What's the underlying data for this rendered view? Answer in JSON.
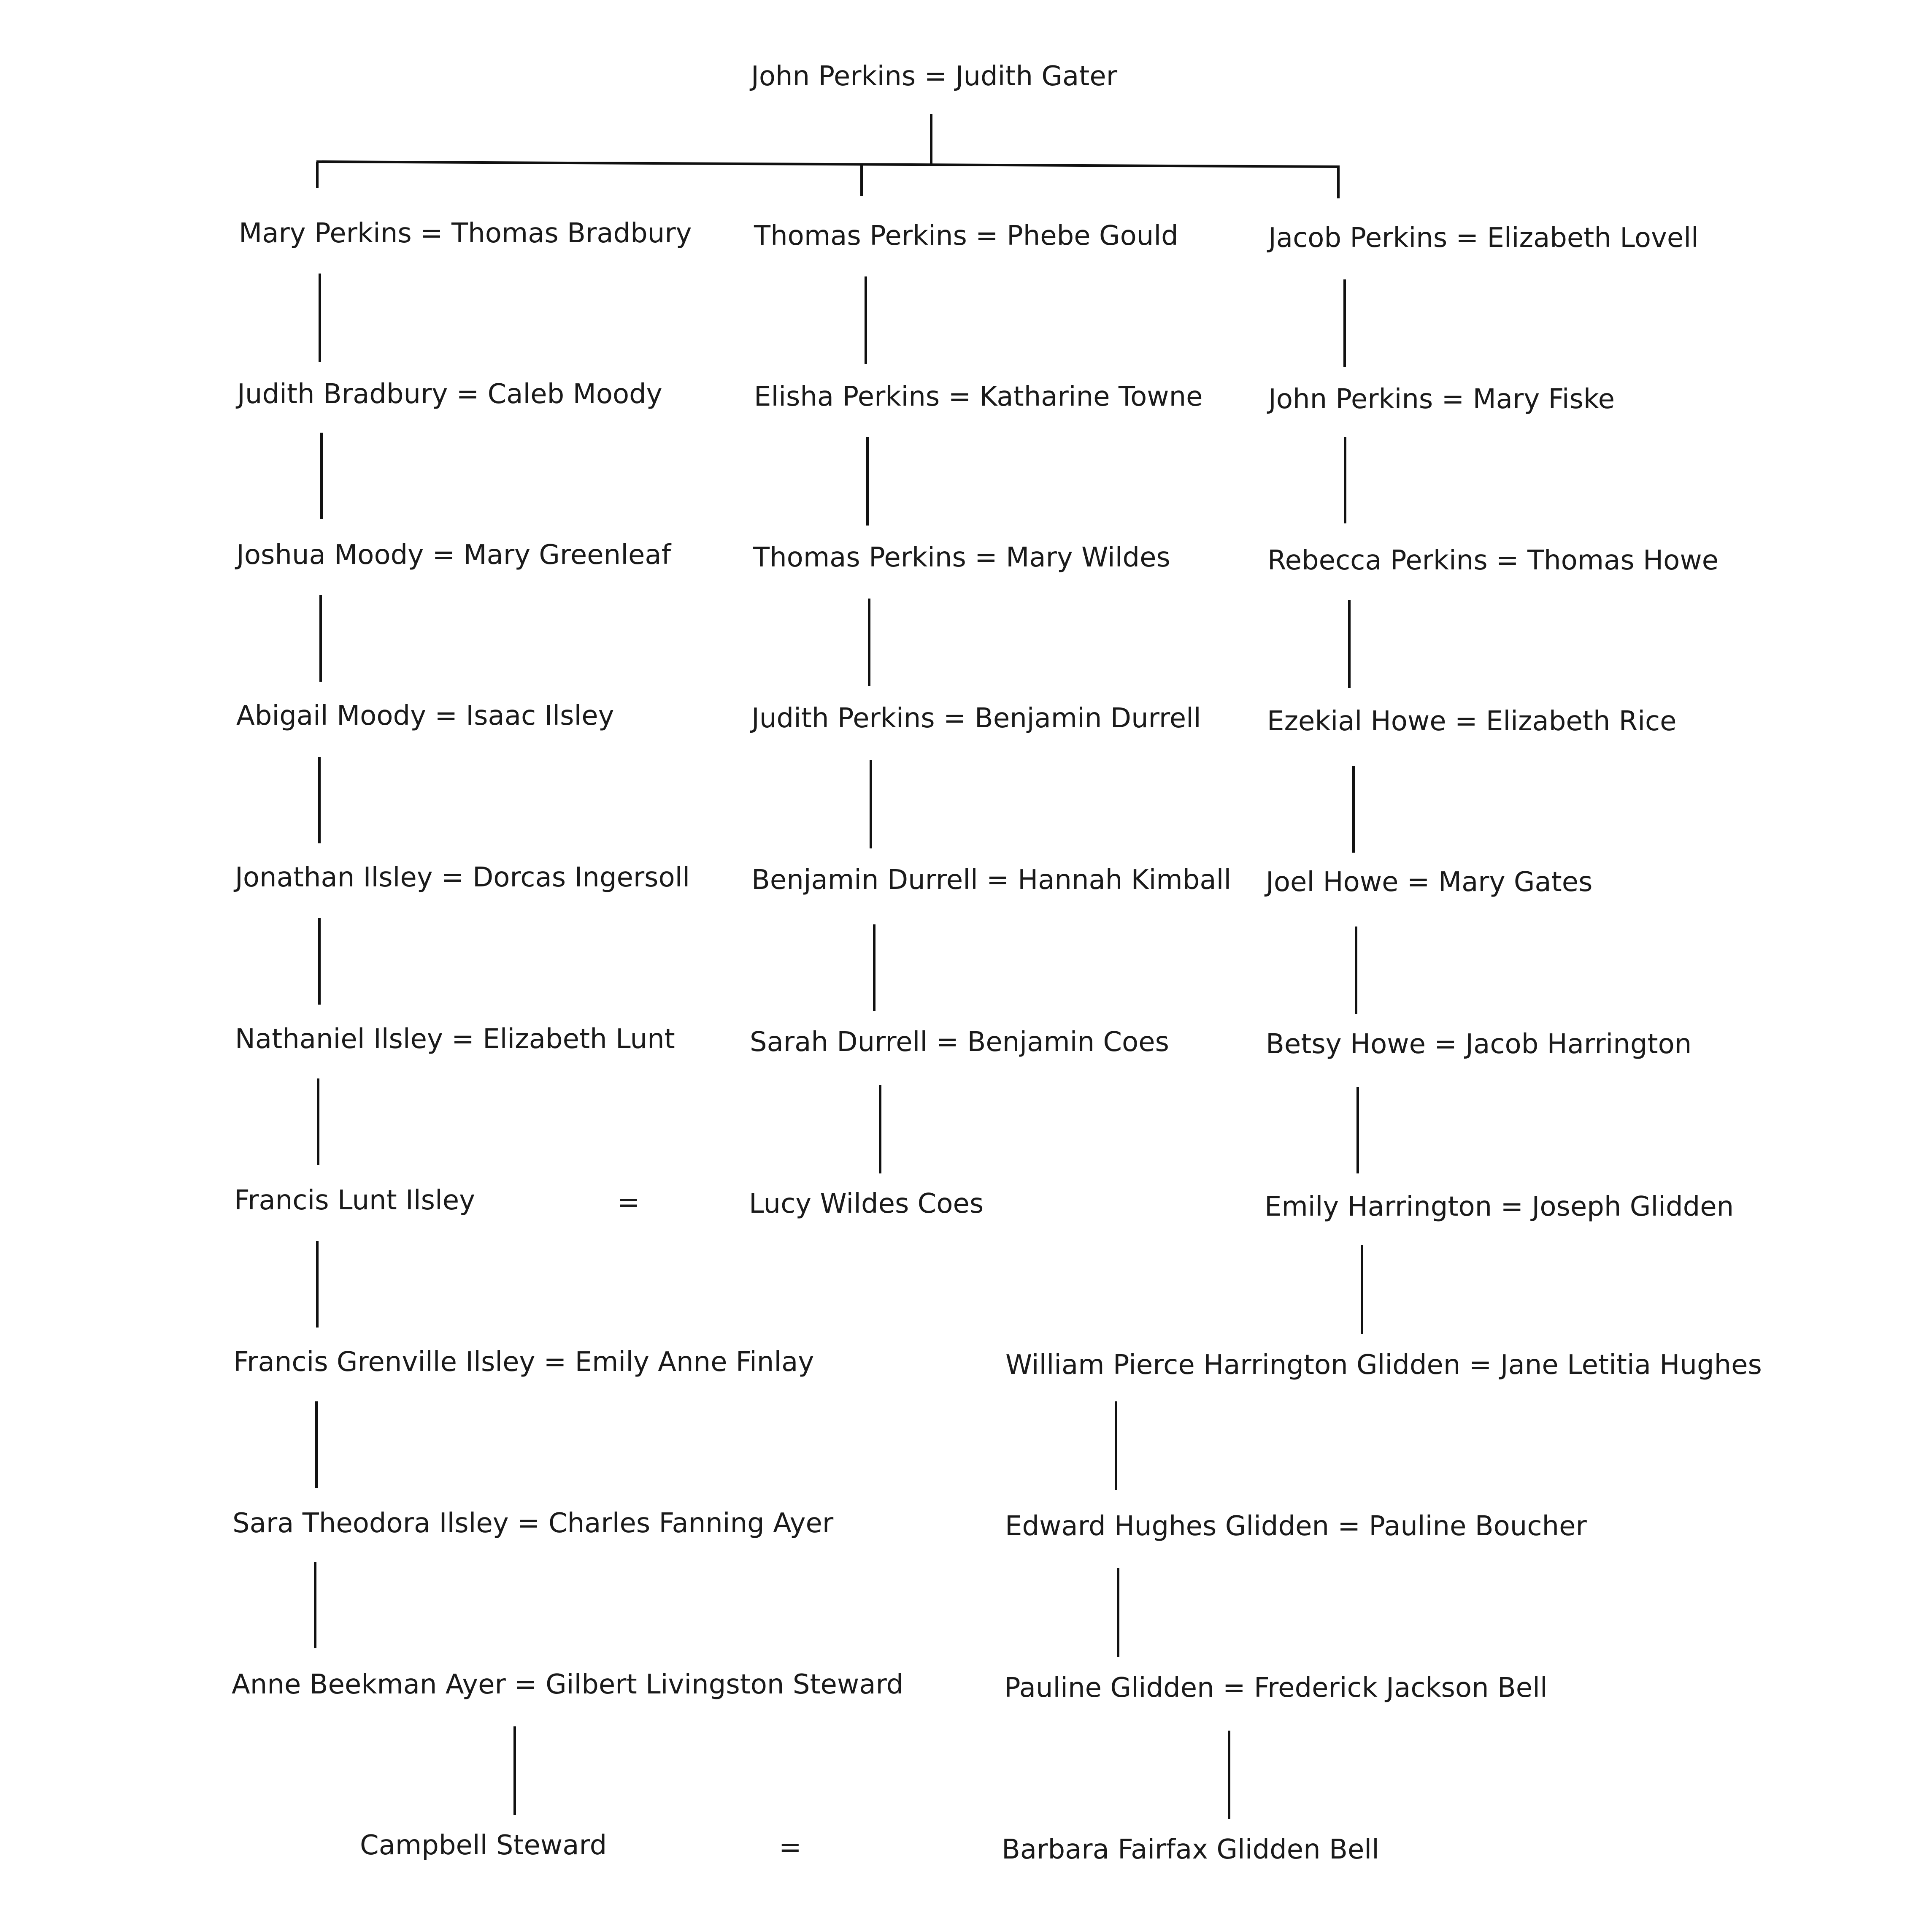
{
  "root": {
    "couple": "John Perkins = Judith Gater"
  },
  "branches": [
    {
      "entries": [
        "Mary Perkins = Thomas Bradbury",
        "Judith Bradbury = Caleb Moody",
        "Joshua Moody = Mary Greenleaf",
        "Abigail Moody = Isaac Ilsley",
        "Jonathan Ilsley = Dorcas Ingersoll",
        "Nathaniel Ilsley = Elizabeth Lunt",
        "Francis Lunt Ilsley",
        "Francis Grenville Ilsley = Emily Anne Finlay",
        "Sara Theodora Ilsley = Charles Fanning Ayer",
        "Anne Beekman Ayer = Gilbert Livingston Steward"
      ]
    },
    {
      "entries": [
        "Thomas Perkins = Phebe Gould",
        "Elisha Perkins = Katharine Towne",
        "Thomas Perkins = Mary Wildes",
        "Judith Perkins = Benjamin Durrell",
        "Benjamin Durrell = Hannah Kimball",
        "Sarah Durrell = Benjamin Coes",
        "Lucy Wildes Coes"
      ]
    },
    {
      "entries": [
        "Jacob Perkins = Elizabeth Lovell",
        "John Perkins = Mary Fiske",
        "Rebecca Perkins = Thomas Howe",
        "Ezekial Howe = Elizabeth Rice",
        "Joel Howe = Mary Gates",
        "Betsy Howe = Jacob Harrington",
        "Emily Harrington = Joseph Glidden"
      ]
    },
    {
      "entries": [
        "William Pierce Harrington Glidden = Jane Letitia Hughes",
        "Edward Hughes Glidden = Pauline Boucher",
        "Pauline Glidden = Frederick Jackson Bell"
      ]
    }
  ],
  "marriages": {
    "francis_lucy_sign": "=",
    "final_sign": "="
  },
  "final": {
    "left": "Campbell Steward",
    "right": "Barbara Fairfax Glidden Bell"
  }
}
